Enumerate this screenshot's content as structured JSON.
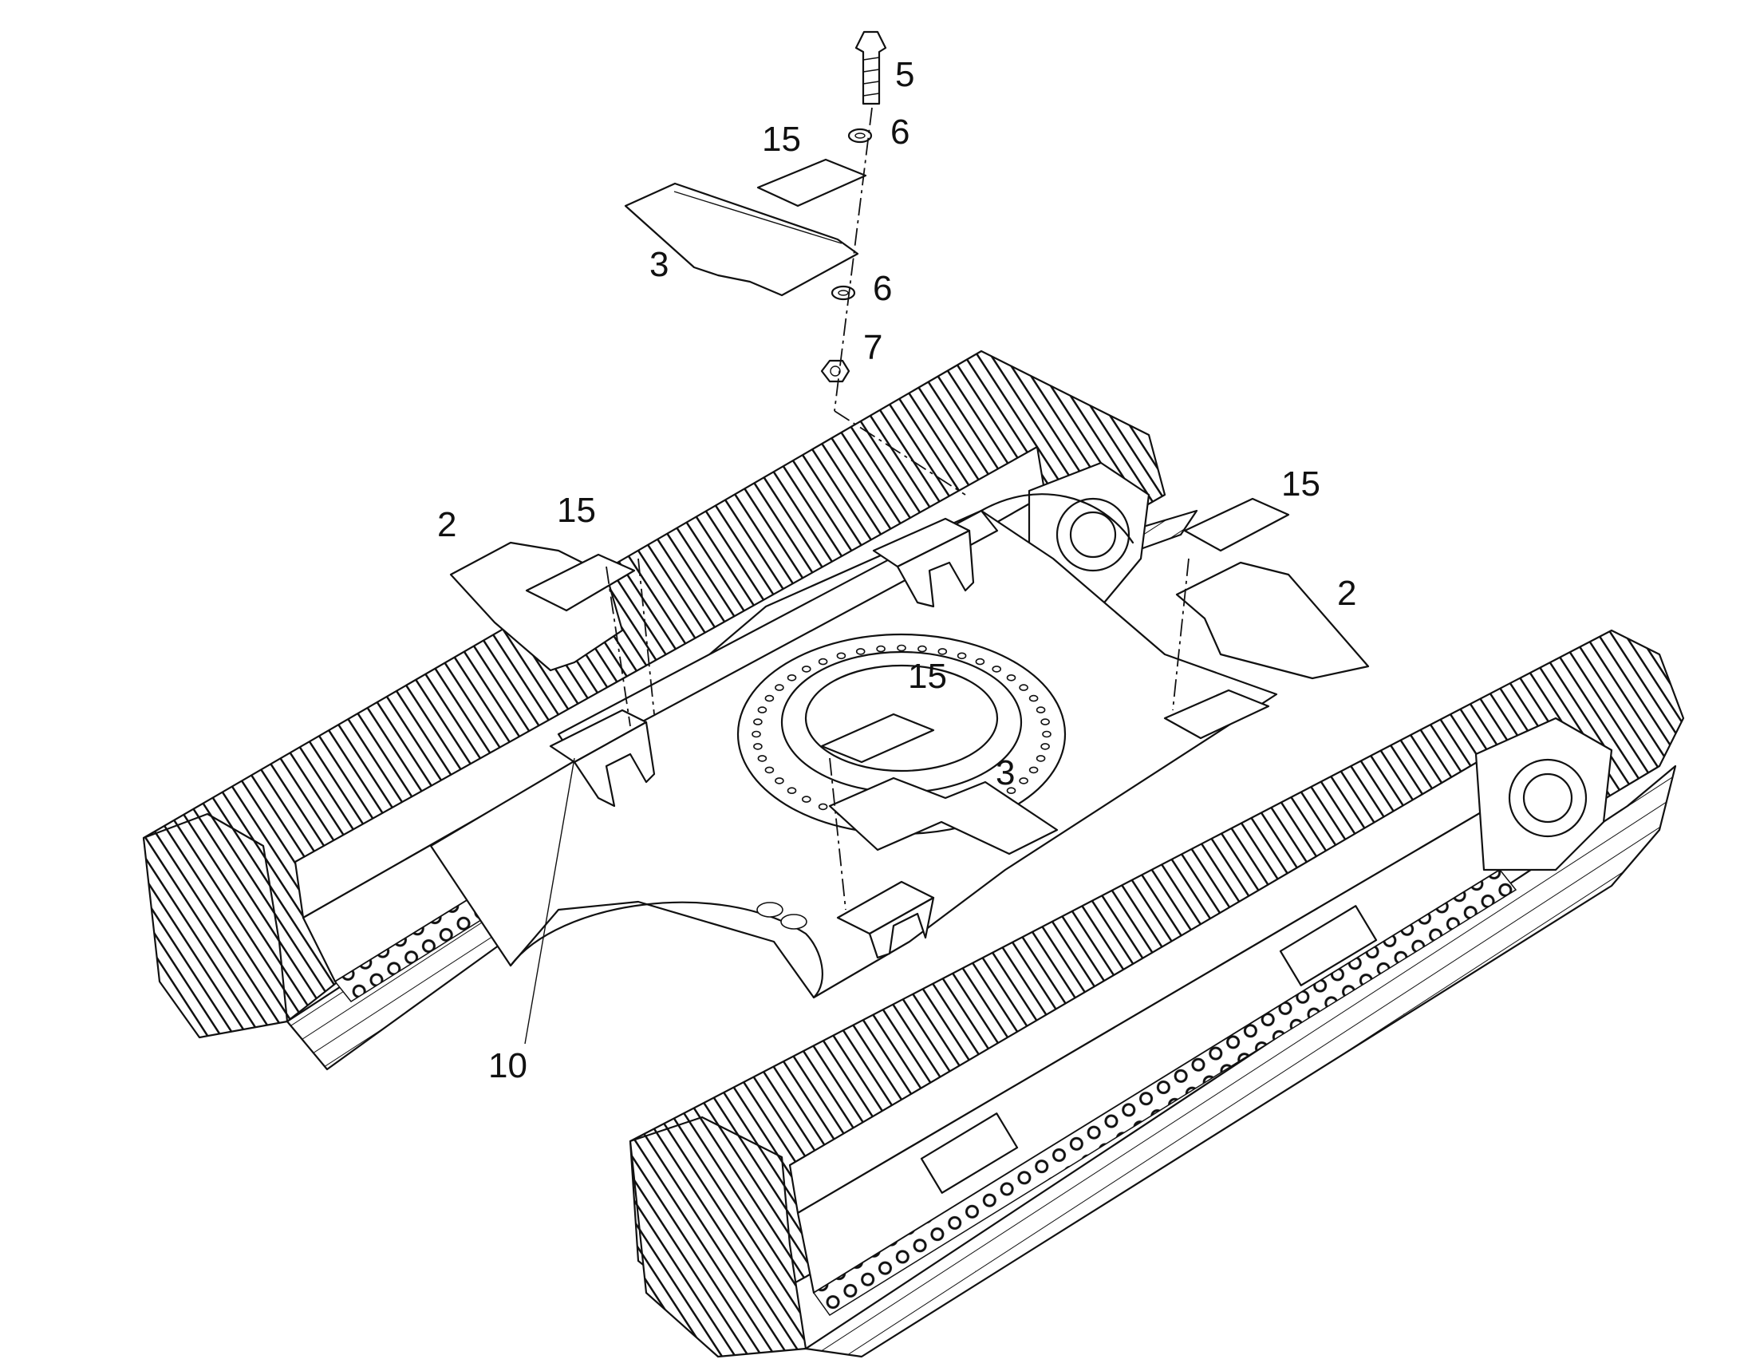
{
  "callouts": {
    "c1": "5",
    "c2": "6",
    "c3": "15",
    "c4": "3",
    "c5": "6",
    "c6": "7",
    "c7": "2",
    "c8": "15",
    "c9": "15",
    "c10": "2",
    "c11": "15",
    "c12": "3",
    "c13": "10"
  },
  "colors": {
    "line": "#111111",
    "background": "#ffffff"
  }
}
